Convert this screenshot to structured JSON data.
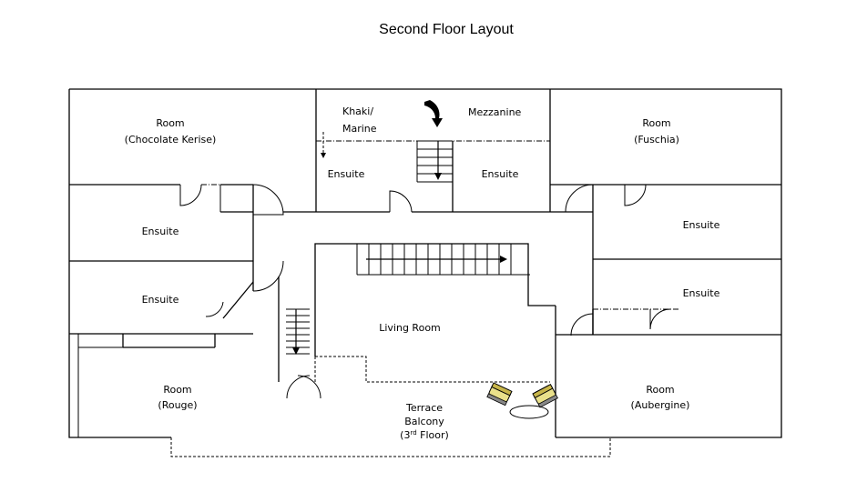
{
  "title": "Second Floor Layout",
  "rooms": {
    "chocolate": {
      "line1": "Room",
      "line2": "(Chocolate Kerise)"
    },
    "khaki": {
      "line1": "Khaki/",
      "line2": "Marine"
    },
    "mezzanine": {
      "label": "Mezzanine"
    },
    "fuschia": {
      "line1": "Room",
      "line2": "(Fuschia)"
    },
    "ensuite_mid_left": {
      "label": "Ensuite"
    },
    "ensuite_mid_right": {
      "label": "Ensuite"
    },
    "ensuite_left_top": {
      "label": "Ensuite"
    },
    "ensuite_left_bottom": {
      "label": "Ensuite"
    },
    "ensuite_right_top": {
      "label": "Ensuite"
    },
    "ensuite_right_bottom": {
      "label": "Ensuite"
    },
    "living": {
      "label": "Living Room"
    },
    "rouge": {
      "line1": "Room",
      "line2": "(Rouge)"
    },
    "aubergine": {
      "line1": "Room",
      "line2": "(Aubergine)"
    },
    "terrace": {
      "line1": "Terrace",
      "line2": "Balcony",
      "line3_prefix": "(3",
      "line3_sup": "rd",
      "line3_suffix": " Floor)"
    }
  },
  "icons": {
    "curved_arrow": "curved-down-arrow-icon",
    "chair": "armchair-icon",
    "table": "oval-table-icon"
  }
}
